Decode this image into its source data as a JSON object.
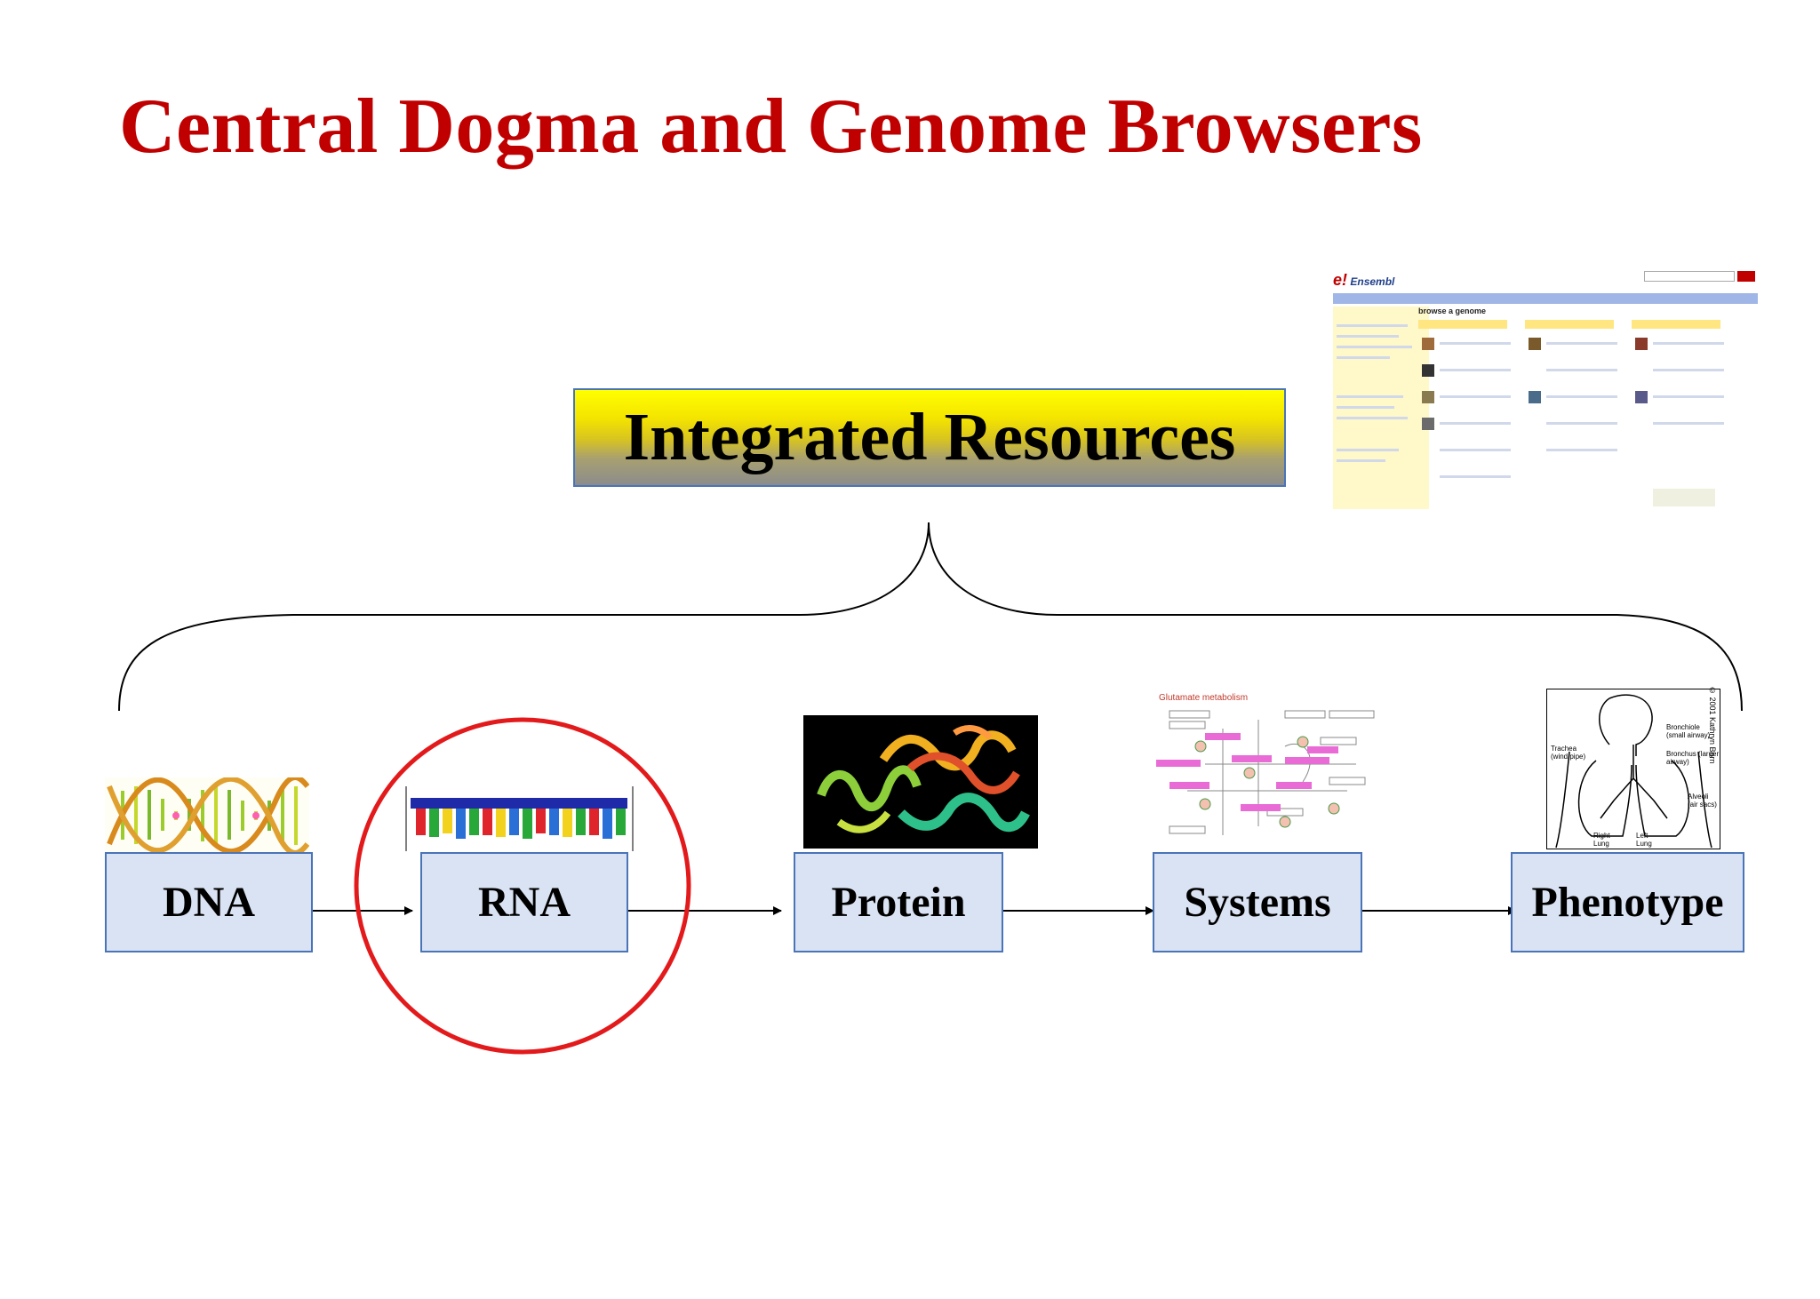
{
  "title": "Central Dogma and Genome Browsers",
  "integrated_resources": {
    "label": "Integrated Resources"
  },
  "pipeline": [
    {
      "label": "DNA"
    },
    {
      "label": "RNA"
    },
    {
      "label": "Protein"
    },
    {
      "label": "Systems"
    },
    {
      "label": "Phenotype"
    }
  ],
  "highlight": {
    "target": "RNA",
    "color": "#e31a1c"
  },
  "thumbnails": {
    "ensembl": {
      "logo": "Ensembl",
      "heading": "browse a genome"
    },
    "systems": {
      "caption": "Glutamate metabolism"
    },
    "phenotype": {
      "labels": [
        "Bronchiole (small airway)",
        "Bronchus (larger airway)",
        "Trachea (wind pipe)",
        "Alveoli (air sacs)",
        "Right Lung",
        "Left Lung"
      ],
      "credit": "© 2001 Kathryn Born"
    }
  },
  "colors": {
    "title": "#c00000",
    "box_fill": "#dae3f3",
    "box_border": "#4a74b8"
  }
}
